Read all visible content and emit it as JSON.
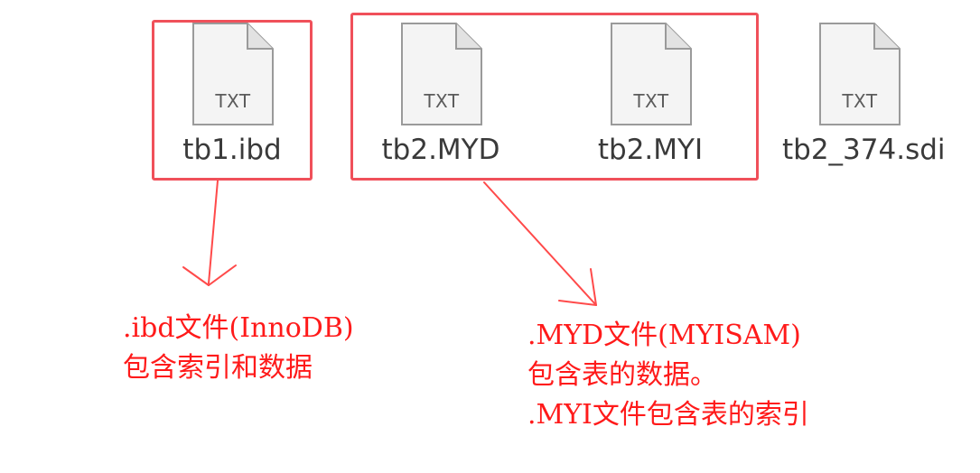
{
  "files": [
    {
      "name": "tb1.ibd",
      "type_label": "TXT"
    },
    {
      "name": "tb2.MYD",
      "type_label": "TXT"
    },
    {
      "name": "tb2.MYI",
      "type_label": "TXT"
    },
    {
      "name": "tb2_374.sdi",
      "type_label": "TXT"
    }
  ],
  "annotations": {
    "innodb": {
      "line1": ".ibd文件(InnoDB)",
      "line2": "包含索引和数据"
    },
    "myisam": {
      "line1": ".MYD文件(MYISAM)",
      "line2": "包含表的数据。",
      "line3": ".MYI文件包含表的索引"
    }
  },
  "colors": {
    "highlight": "#f0505a",
    "annotation_text": "#ff1a1a",
    "icon_fill": "#f4f4f4",
    "icon_stroke": "#9a9a9a"
  },
  "icons": {
    "file": "document-icon"
  }
}
